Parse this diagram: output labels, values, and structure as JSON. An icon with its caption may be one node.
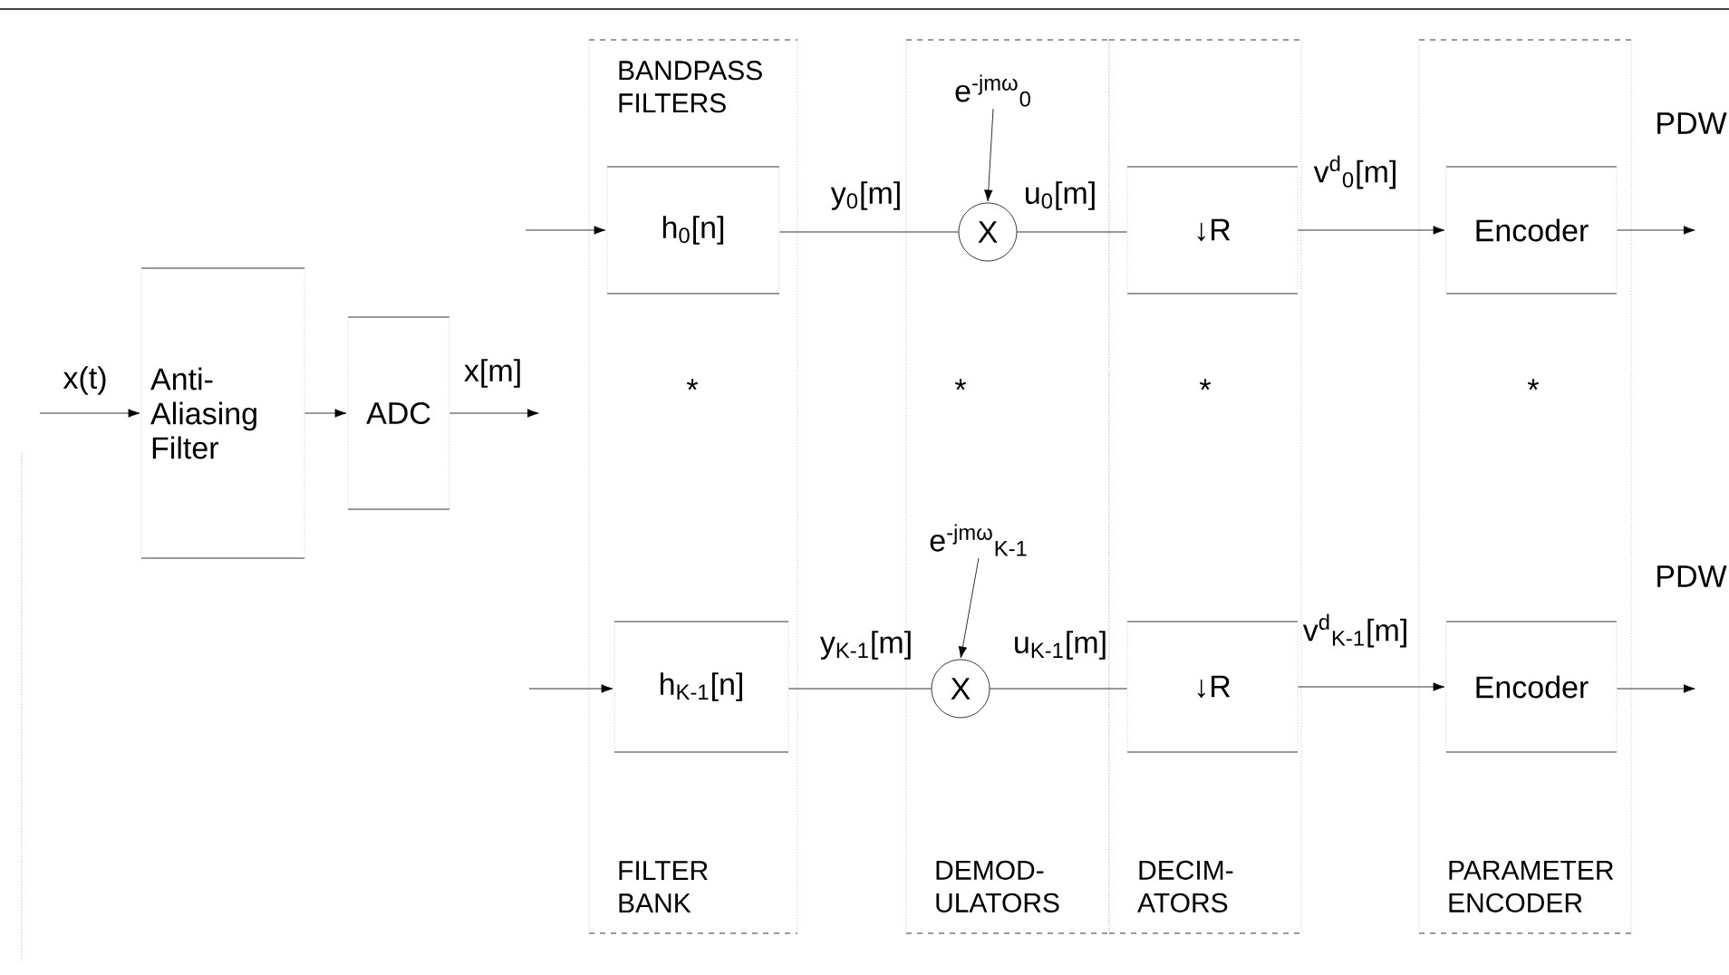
{
  "diagram": {
    "nodes": [
      {
        "text": [
          "Anti- Aliasing Filter"
        ]
      },
      {
        "text": [
          "ADC"
        ]
      },
      {
        "text": [
          "BANDPASS FILTERS",
          "FILTER BANK"
        ]
      },
      {
        "text": [
          "h$_{0}$[n]"
        ],
        "in": 2
      },
      {
        "text": [
          "h$_{K-1}$[n]"
        ],
        "in": 2
      },
      {
        "text": [
          "DEMOD- ULATORS"
        ]
      },
      {
        "text": [
          "X"
        ],
        "in": 5
      },
      {
        "text": [
          "X"
        ],
        "in": 5
      },
      {
        "text": [
          "DECIM- ATORS"
        ]
      },
      {
        "text": [
          "↓R"
        ],
        "in": 8
      },
      {
        "text": [
          "↓R"
        ],
        "in": 8
      },
      {
        "text": [
          "PARAMETER ENCODER"
        ]
      },
      {
        "text": [
          "Encoder"
        ],
        "in": 11
      },
      {
        "text": [
          "Encoder"
        ],
        "in": 11
      },
      {
        "text": [
          "e$^{-jmω}$$_{0}$"
        ],
        "in": 5
      },
      {
        "text": [
          "e$^{-jmω}$$_{K-1}$"
        ],
        "in": 5
      }
    ],
    "edges": [
      {
        "from": null,
        "to": 0,
        "arrow": "to",
        "label": "x(t)"
      },
      {
        "from": 0,
        "to": 1,
        "arrow": "to"
      },
      {
        "from": 1,
        "to": null,
        "arrow": "to",
        "label": "x[m]"
      },
      {
        "from": null,
        "to": 3,
        "arrow": "to"
      },
      {
        "from": null,
        "to": 4,
        "arrow": "to"
      },
      {
        "from": 3,
        "to": 6,
        "arrow": "none",
        "label": "y$_{0}$[m]"
      },
      {
        "from": 4,
        "to": 7,
        "arrow": "none",
        "label": "y$_{K-1}$[m]"
      },
      {
        "from": 14,
        "to": 6,
        "arrow": "to"
      },
      {
        "from": 15,
        "to": 7,
        "arrow": "to"
      },
      {
        "from": 6,
        "to": 9,
        "arrow": "none",
        "label": "u$_{0}$[m]"
      },
      {
        "from": 7,
        "to": 10,
        "arrow": "none",
        "label": "u$_{K-1}$[m]"
      },
      {
        "from": 9,
        "to": 12,
        "arrow": "to",
        "label": "v$^{d}$$_{0}$[m]"
      },
      {
        "from": 10,
        "to": 13,
        "arrow": "to",
        "label": "v$^{d}$$_{K-1}$[m]"
      },
      {
        "from": 12,
        "to": null,
        "arrow": "to",
        "label": "PDW"
      },
      {
        "from": 13,
        "to": null,
        "arrow": "to",
        "label": "PDW"
      }
    ],
    "labels": [
      "*",
      "*",
      "*",
      "*"
    ]
  }
}
